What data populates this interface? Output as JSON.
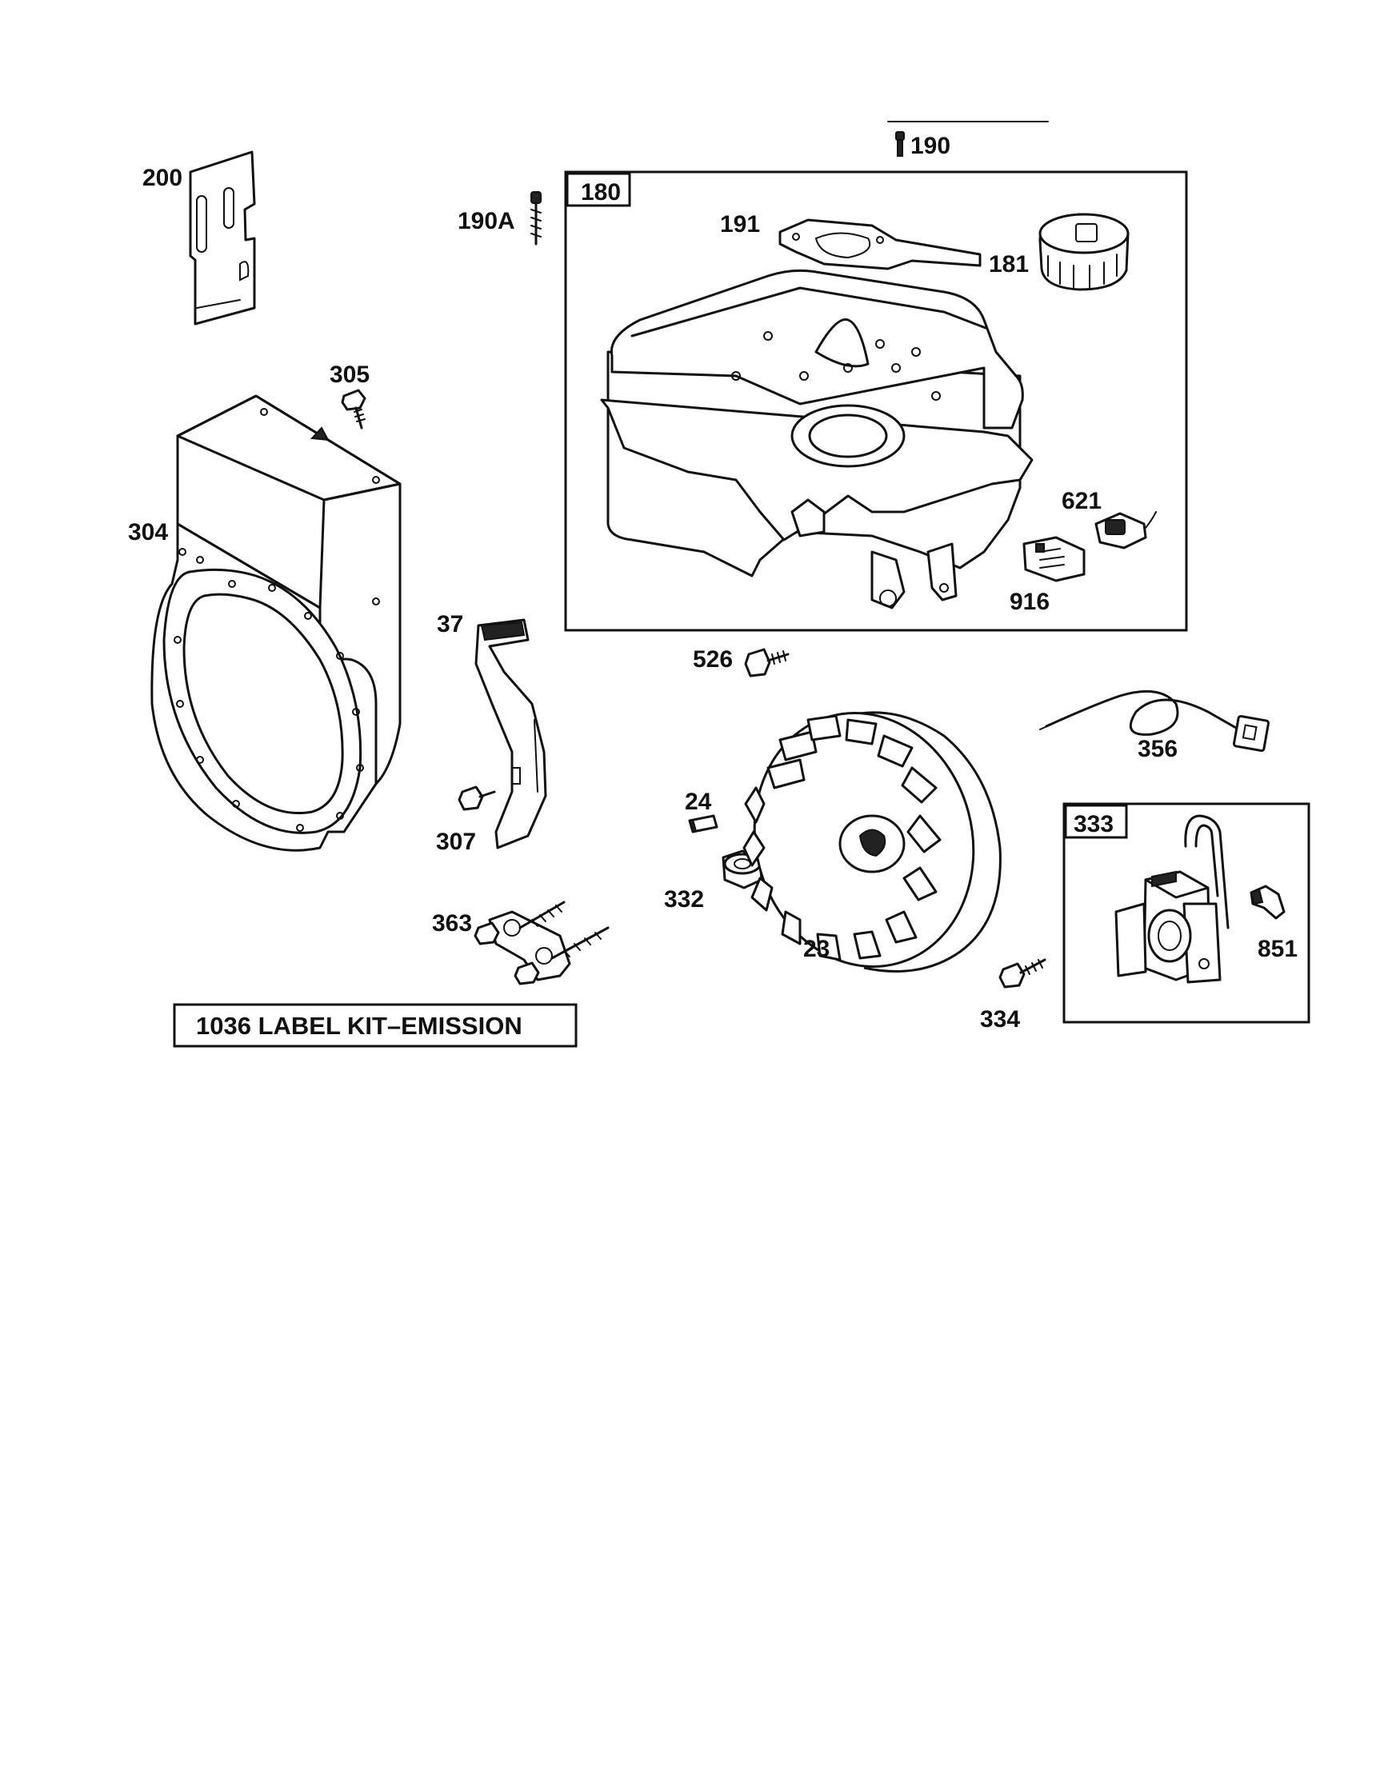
{
  "labels": {
    "p200": "200",
    "p190a": "190A",
    "p190": "190",
    "p180": "180",
    "p191": "191",
    "p181": "181",
    "p305": "305",
    "p304": "304",
    "p621": "621",
    "p916": "916",
    "p37": "37",
    "p526": "526",
    "p356": "356",
    "p307": "307",
    "p24": "24",
    "p333": "333",
    "p851": "851",
    "p332": "332",
    "p363": "363",
    "p23": "23",
    "p334": "334"
  },
  "kit_label": "1036 LABEL KIT–EMISSION"
}
